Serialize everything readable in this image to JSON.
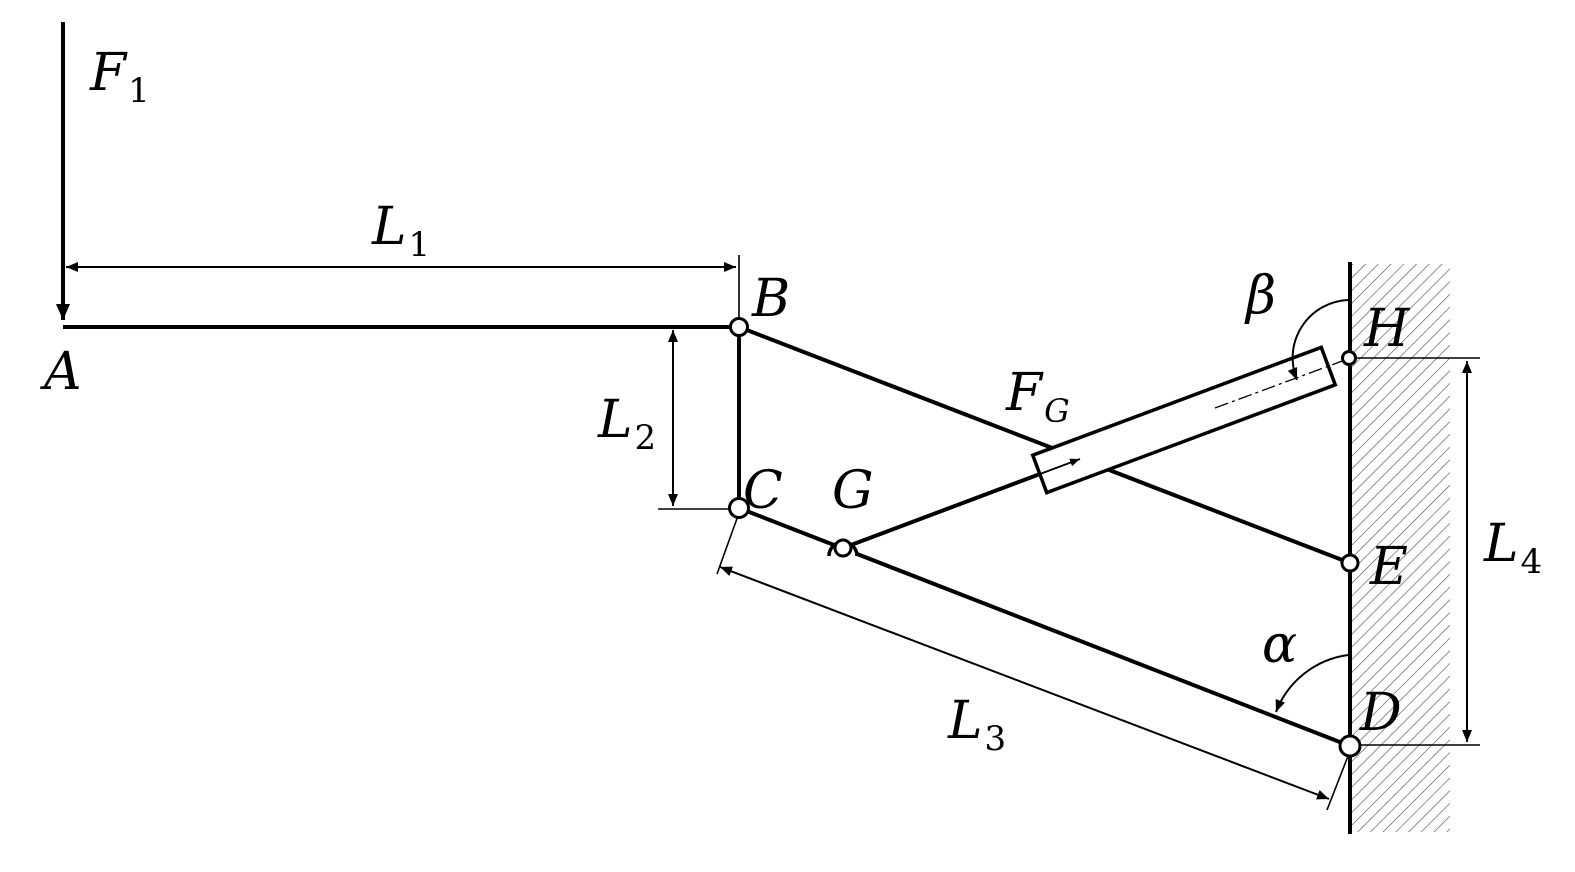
{
  "labels": {
    "force_main": "F",
    "force_sub": "1",
    "point_a": "A",
    "point_b": "B",
    "point_c": "C",
    "point_d": "D",
    "point_e": "E",
    "point_g": "G",
    "point_h": "H",
    "cylinder_force_main": "F",
    "cylinder_force_sub": "G",
    "len1_main": "L",
    "len1_sub": "1",
    "len2_main": "L",
    "len2_sub": "2",
    "len3_main": "L",
    "len3_sub": "3",
    "len4_main": "L",
    "len4_sub": "4",
    "angle_alpha": "α",
    "angle_beta": "β"
  },
  "colors": {
    "line": "#000000",
    "wall_hatch": "#555555",
    "background": "#ffffff"
  }
}
